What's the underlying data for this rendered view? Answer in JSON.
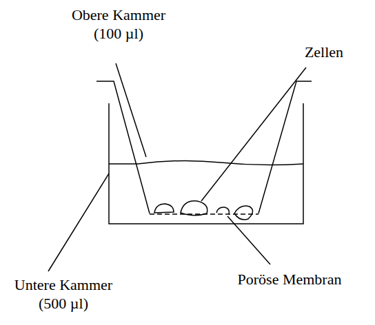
{
  "diagram": {
    "labels": [
      "Obere Kammer (100 µl)",
      "Zellen",
      "Untere Kammer (500 µl)",
      "Poröse Membran"
    ]
  }
}
